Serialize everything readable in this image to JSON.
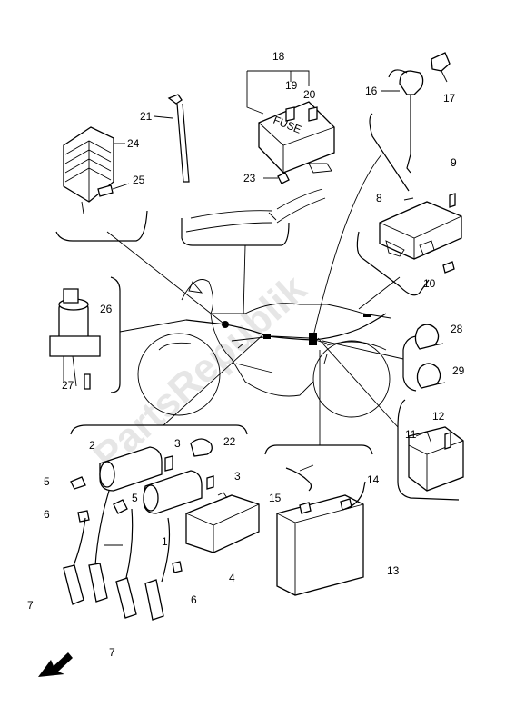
{
  "watermark": "PartsRepublik",
  "fuse_box_text": "FUSE",
  "callouts": {
    "c1": "1",
    "c2": "2",
    "c3a": "3",
    "c3b": "3",
    "c4": "4",
    "c5a": "5",
    "c5b": "5",
    "c6a": "6",
    "c6b": "6",
    "c7a": "7",
    "c7b": "7",
    "c8": "8",
    "c9": "9",
    "c10": "10",
    "c11": "11",
    "c12": "12",
    "c13": "13",
    "c14": "14",
    "c15": "15",
    "c16": "16",
    "c17": "17",
    "c18": "18",
    "c19": "19",
    "c20": "20",
    "c21": "21",
    "c22": "22",
    "c23": "23",
    "c24": "24",
    "c25": "25",
    "c26": "26",
    "c27": "27",
    "c28": "28",
    "c29": "29"
  },
  "icons": {
    "direction_arrow": "front-direction-arrow-icon"
  }
}
